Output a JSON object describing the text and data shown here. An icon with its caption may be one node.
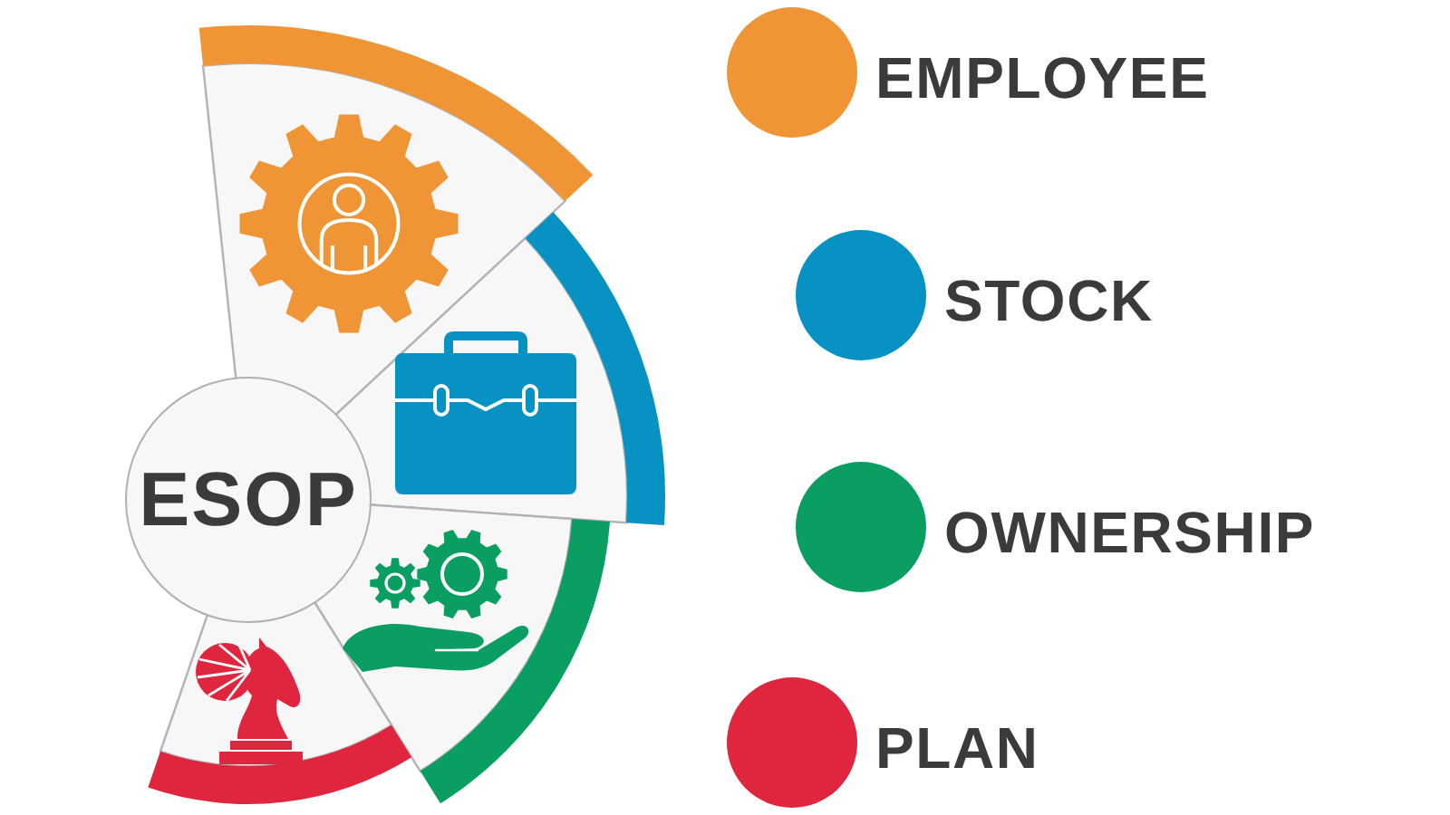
{
  "diagram": {
    "nodes": [
      {
        "text": [
          "ESOP"
        ]
      }
    ],
    "legend": [
      {
        "text": "EMPLOYEE",
        "color": "#ef9536"
      },
      {
        "text": "STOCK",
        "color": "#0892c4"
      },
      {
        "text": "OWNERSHIP",
        "color": "#0b9e62"
      },
      {
        "text": "PLAN",
        "color": "#e0253f"
      }
    ]
  }
}
